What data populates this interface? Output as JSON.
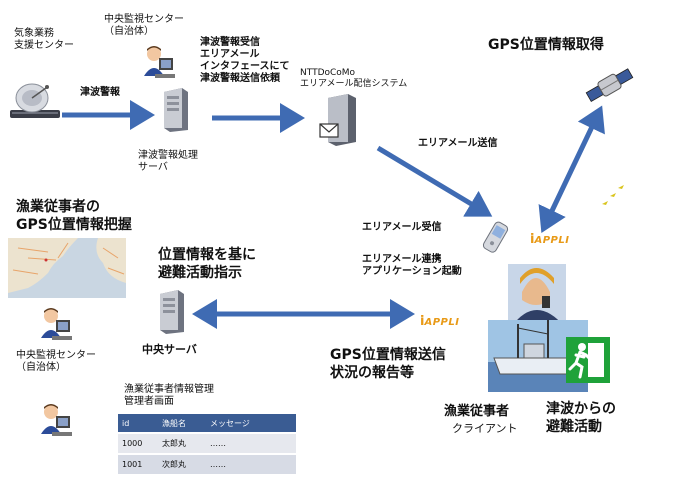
{
  "labels": {
    "jma": "気象業務\n支援センター",
    "tsunami_alert": "津波警報",
    "central_center_top": "中央監視センター\n（自治体）",
    "receive_request": "津波警報受信\nエリアメール\nインタフェースにて\n津波警報送信依頼",
    "docomo_system": "NTTDoCoMo\nエリアメール配信システム",
    "gps_acquire": "GPS位置情報取得",
    "tsunami_server": "津波警報処理\nサーバ",
    "areamail_send": "エリアメール送信",
    "fishery_gps": "漁業従事者の\nGPS位置情報把握",
    "areamail_receive": "エリアメール受信",
    "app_launch": "エリアメール連携\nアプリケーション起動",
    "position_instruct": "位置情報を基に\n避難活動指示",
    "central_server": "中央サーバ",
    "central_center_bottom": "中央監視センター\n（自治体）",
    "gps_report": "GPS位置情報送信\n状況の報告等",
    "mgmt_screen": "漁業従事者情報管理\n管理者画面",
    "fishery_client": "漁業従事者",
    "client": "クライアント",
    "evacuation": "津波からの\n避難活動",
    "appli_brand": "APPLI"
  },
  "table": {
    "headers": [
      "id",
      "漁船名",
      "メッセージ"
    ],
    "rows": [
      [
        "1000",
        "太郎丸",
        "……"
      ],
      [
        "1001",
        "次郎丸",
        "……"
      ]
    ]
  },
  "colors": {
    "arrow": "#3f6bb3",
    "table_header": "#3a5c93",
    "exit_green": "#1fa23a",
    "appli_orange": "#e89a17"
  }
}
